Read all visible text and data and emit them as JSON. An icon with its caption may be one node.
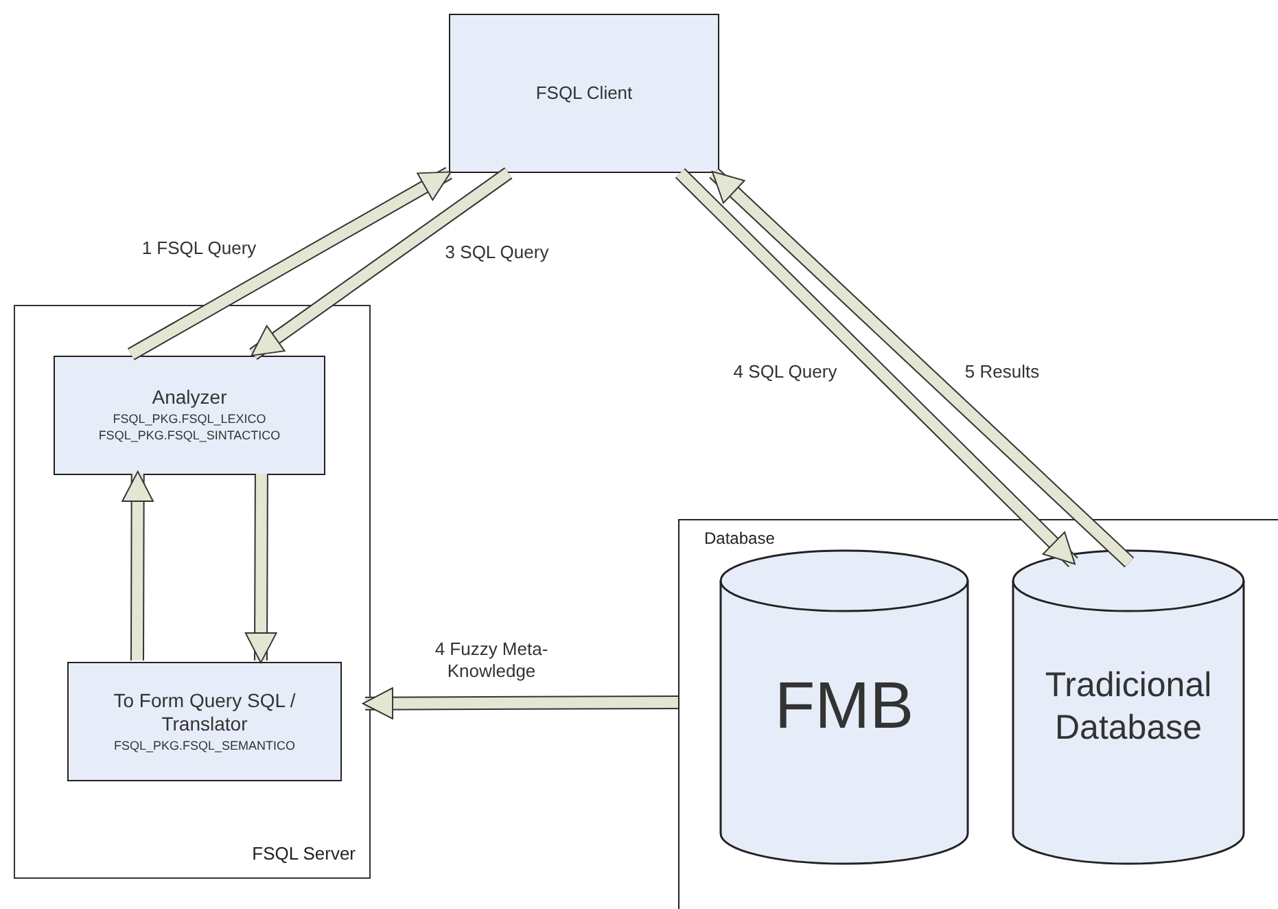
{
  "diagram": {
    "nodes": [
      {
        "text": [
          "FSQL Client"
        ]
      },
      {
        "text": [
          "FSQL Server"
        ]
      },
      {
        "text": [
          "Analyzer",
          "FSQL_PKG.FSQL_LEXICO",
          "FSQL_PKG.FSQL_SINTACTICO"
        ],
        "in": 1
      },
      {
        "text": [
          "To Form Query SQL / Translator",
          "FSQL_PKG.FSQL_SEMANTICO"
        ],
        "in": 1
      },
      {
        "text": [
          "Database"
        ]
      },
      {
        "text": [
          "FMB"
        ],
        "in": 4
      },
      {
        "text": [
          "Tradicional Database"
        ],
        "in": 4
      }
    ],
    "edges": [
      {
        "from": 2,
        "to": 0,
        "arrow": "to",
        "label": "1 FSQL Query"
      },
      {
        "from": 0,
        "to": 2,
        "arrow": "to",
        "label": "3 SQL Query"
      },
      {
        "from": 0,
        "to": 6,
        "arrow": "to",
        "label": "4 SQL Query"
      },
      {
        "from": 6,
        "to": 0,
        "arrow": "to",
        "label": "5 Results"
      },
      {
        "from": 2,
        "to": 3,
        "arrow": "to"
      },
      {
        "from": 3,
        "to": 2,
        "arrow": "to"
      },
      {
        "from": 4,
        "to": 3,
        "arrow": "to",
        "label": "4 Fuzzy Meta-Knowledge"
      }
    ]
  }
}
